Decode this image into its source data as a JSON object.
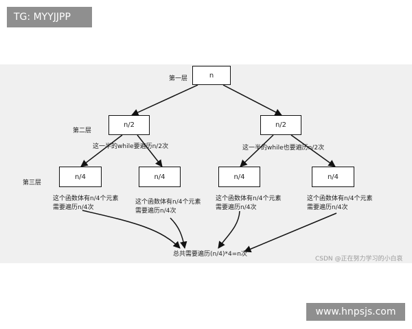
{
  "badges": {
    "tg": "TG: MYYJJPP",
    "site": "www.hnpsjs.com"
  },
  "levels": {
    "l1": "第一层",
    "l2": "第二层",
    "l3": "第三层"
  },
  "nodes": {
    "root": "n",
    "left": "n/2",
    "right": "n/2",
    "ll": "n/4",
    "lr": "n/4",
    "rl": "n/4",
    "rr": "n/4"
  },
  "notes": {
    "left_half": "这一半的while要遍历n/2次",
    "right_half": "这一半的while也要遍历n/2次",
    "leaf_line1": "这个函数体有n/4个元素",
    "leaf_line2": "需要遍历n/4次",
    "total": "总共需要遍历(n/4)*4=n次"
  },
  "watermark": "CSDN @正在努力学习的小白哀"
}
